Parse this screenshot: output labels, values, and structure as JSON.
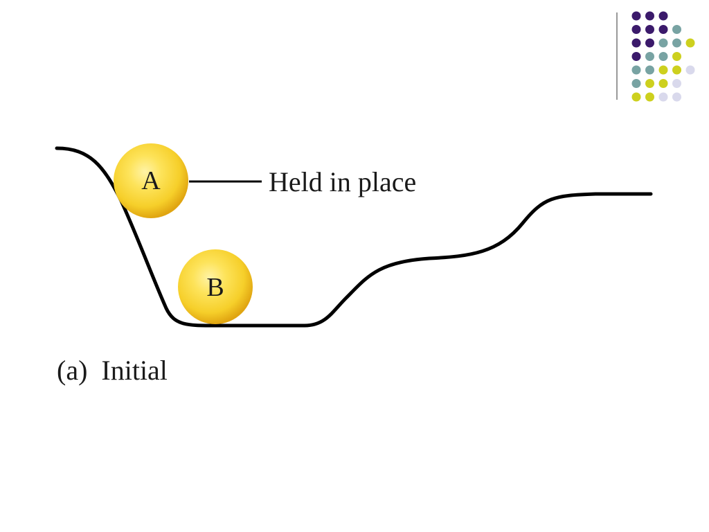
{
  "diagram": {
    "ball_a_label": "A",
    "ball_b_label": "B",
    "callout_text": "Held in place",
    "caption": "(a)  Initial"
  },
  "colors": {
    "ball_highlight": "#fff3a6",
    "ball_mid": "#f6cf2a",
    "ball_edge": "#e0a511",
    "curve": "#000000",
    "dot_purple": "#3b1a6b",
    "dot_teal": "#78a3a3",
    "dot_yellow": "#cdd01e",
    "dot_lavender": "#d9d9ec"
  },
  "decoration": {
    "dot_grid": [
      [
        "purple",
        "purple",
        "purple",
        "",
        ""
      ],
      [
        "purple",
        "purple",
        "purple",
        "teal",
        ""
      ],
      [
        "purple",
        "purple",
        "teal",
        "teal",
        "yellow"
      ],
      [
        "purple",
        "teal",
        "teal",
        "yellow",
        ""
      ],
      [
        "teal",
        "teal",
        "yellow",
        "yellow",
        "lavender"
      ],
      [
        "teal",
        "yellow",
        "yellow",
        "lavender",
        ""
      ],
      [
        "yellow",
        "yellow",
        "lavender",
        "lavender",
        ""
      ]
    ]
  }
}
